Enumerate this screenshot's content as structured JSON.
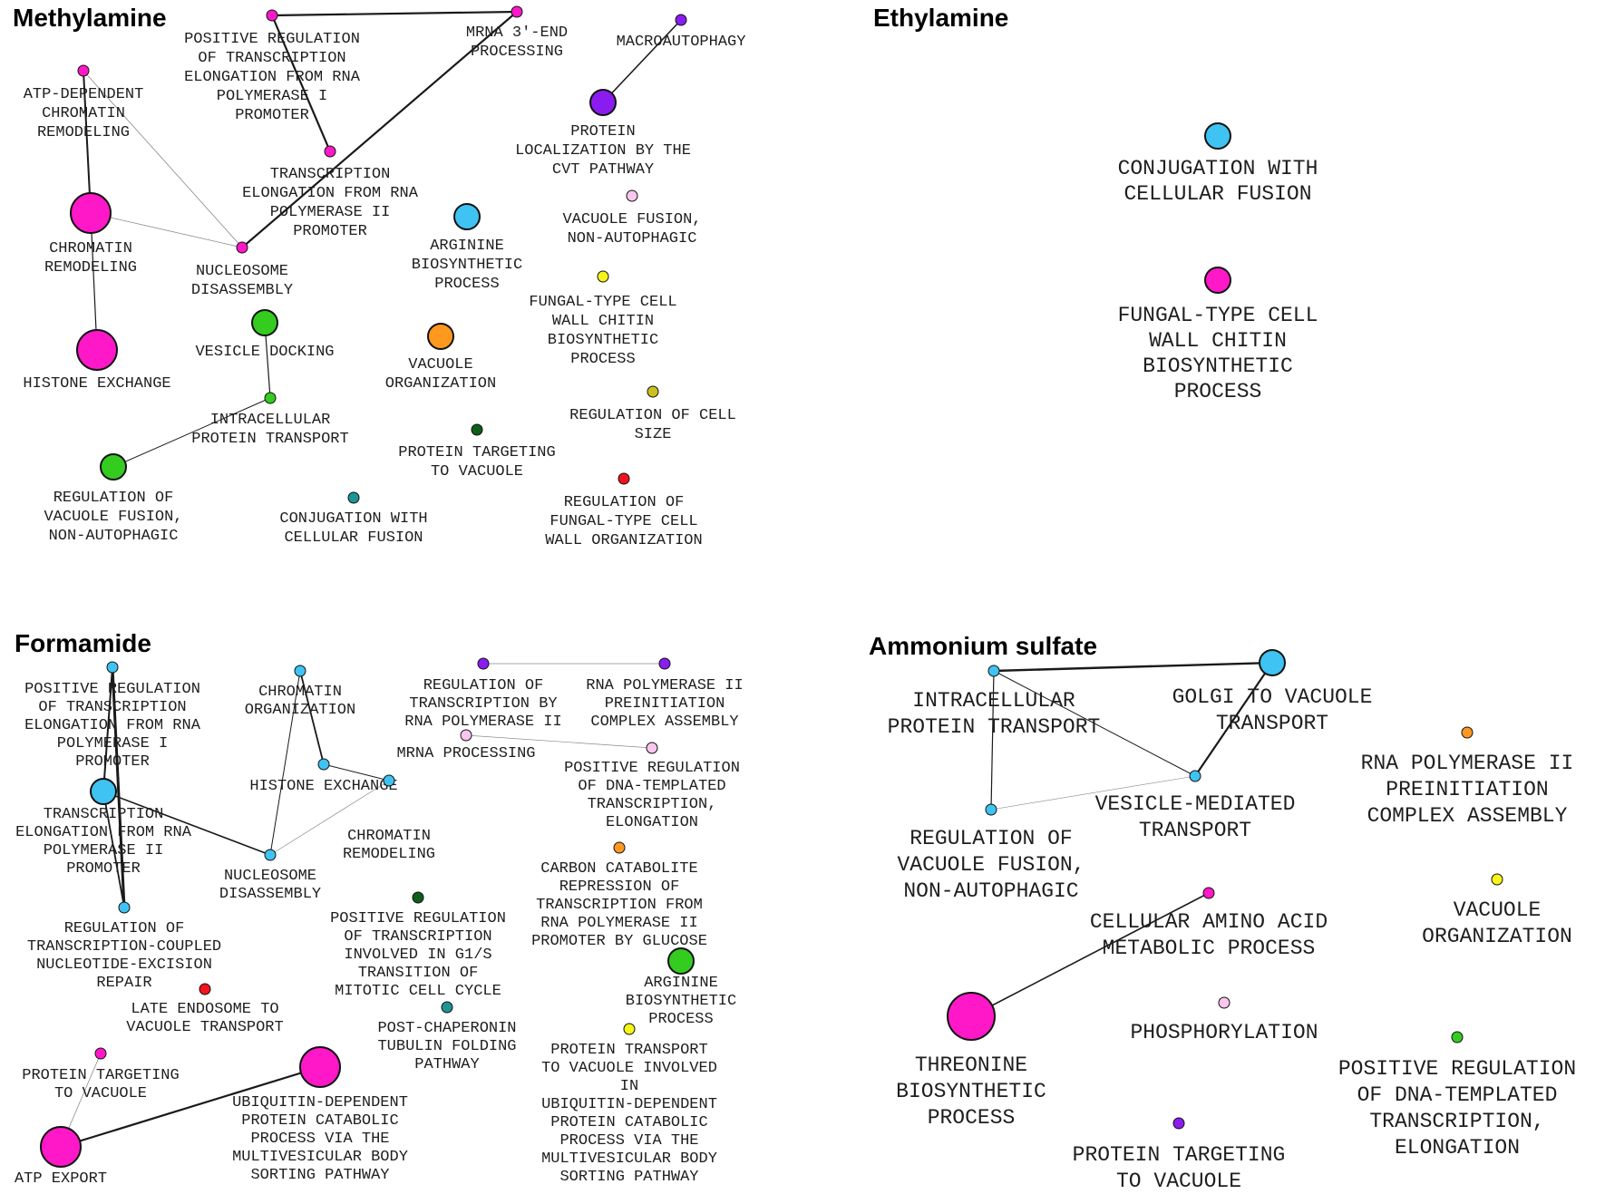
{
  "colors": {
    "magenta": "#ff18c8",
    "blue": "#3ec3f2",
    "green": "#33cc1f",
    "purple": "#8a1cf0",
    "orange": "#ff981f",
    "yellow": "#f6f518",
    "pink": "#f8c6ee",
    "olive": "#c9c21e",
    "darkgreen": "#0e5e1a",
    "teal": "#1e9494",
    "red": "#f2141e"
  },
  "panels": [
    {
      "id": "methylamine",
      "title": "Methylamine",
      "nodes": [
        {
          "id": "m_ppi1",
          "label": [
            "POSITIVE REGULATION",
            "OF TRANSCRIPTION",
            "ELONGATION FROM RNA",
            "POLYMERASE I",
            "PROMOTER"
          ],
          "color": "magenta",
          "size": 1
        },
        {
          "id": "m_mrna",
          "label": [
            "MRNA 3'-END",
            "PROCESSING"
          ],
          "color": "magenta",
          "size": 1
        },
        {
          "id": "m_macro",
          "label": [
            "MACROAUTOPHAGY"
          ],
          "color": "purple",
          "size": 1
        },
        {
          "id": "m_atp",
          "label": [
            "ATP-DEPENDENT",
            "CHROMATIN",
            "REMODELING"
          ],
          "color": "magenta",
          "size": 1
        },
        {
          "id": "m_prot_cvt",
          "label": [
            "PROTEIN",
            "LOCALIZATION BY THE",
            "CVT PATHWAY"
          ],
          "color": "purple",
          "size": 2
        },
        {
          "id": "m_tepii",
          "label": [
            "TRANSCRIPTION",
            "ELONGATION FROM RNA",
            "POLYMERASE II",
            "PROMOTER"
          ],
          "color": "magenta",
          "size": 1
        },
        {
          "id": "m_vacfus",
          "label": [
            "VACUOLE FUSION,",
            "NON-AUTOPHAGIC"
          ],
          "color": "pink",
          "size": 1
        },
        {
          "id": "m_chrom",
          "label": [
            "CHROMATIN",
            "REMODELING"
          ],
          "color": "magenta",
          "size": 3
        },
        {
          "id": "m_arg",
          "label": [
            "ARGININE",
            "BIOSYNTHETIC",
            "PROCESS"
          ],
          "color": "blue",
          "size": 2
        },
        {
          "id": "m_nuc",
          "label": [
            "NUCLEOSOME",
            "DISASSEMBLY"
          ],
          "color": "magenta",
          "size": 1
        },
        {
          "id": "m_fungal",
          "label": [
            "FUNGAL-TYPE CELL",
            "WALL CHITIN",
            "BIOSYNTHETIC",
            "PROCESS"
          ],
          "color": "yellow",
          "size": 1
        },
        {
          "id": "m_vesdock",
          "label": [
            "VESICLE DOCKING"
          ],
          "color": "green",
          "size": 2
        },
        {
          "id": "m_vacorg",
          "label": [
            "VACUOLE",
            "ORGANIZATION"
          ],
          "color": "orange",
          "size": 2
        },
        {
          "id": "m_hist",
          "label": [
            "HISTONE EXCHANGE"
          ],
          "color": "magenta",
          "size": 3
        },
        {
          "id": "m_intra",
          "label": [
            "INTRACELLULAR",
            "PROTEIN TRANSPORT"
          ],
          "color": "green",
          "size": 1
        },
        {
          "id": "m_regcell",
          "label": [
            "REGULATION OF CELL",
            "SIZE"
          ],
          "color": "olive",
          "size": 1
        },
        {
          "id": "m_ptv",
          "label": [
            "PROTEIN TARGETING",
            "TO VACUOLE"
          ],
          "color": "darkgreen",
          "size": 1
        },
        {
          "id": "m_regvac",
          "label": [
            "REGULATION OF",
            "VACUOLE FUSION,",
            "NON-AUTOPHAGIC"
          ],
          "color": "green",
          "size": 2
        },
        {
          "id": "m_regfung",
          "label": [
            "REGULATION OF",
            "FUNGAL-TYPE CELL",
            "WALL ORGANIZATION"
          ],
          "color": "red",
          "size": 1
        },
        {
          "id": "m_conj",
          "label": [
            "CONJUGATION WITH",
            "CELLULAR FUSION"
          ],
          "color": "teal",
          "size": 1
        }
      ],
      "edges": [
        [
          "m_ppi1",
          "m_mrna"
        ],
        [
          "m_ppi1",
          "m_tepii"
        ],
        [
          "m_mrna",
          "m_nuc"
        ],
        [
          "m_macro",
          "m_prot_cvt"
        ],
        [
          "m_atp",
          "m_chrom"
        ],
        [
          "m_atp",
          "m_nuc"
        ],
        [
          "m_chrom",
          "m_nuc"
        ],
        [
          "m_chrom",
          "m_hist"
        ],
        [
          "m_vesdock",
          "m_intra"
        ],
        [
          "m_intra",
          "m_regvac"
        ]
      ]
    },
    {
      "id": "ethylamine",
      "title": "Ethylamine",
      "nodes": [
        {
          "id": "e_conj",
          "label": [
            "CONJUGATION WITH",
            "CELLULAR FUSION"
          ],
          "color": "blue",
          "size": 2
        },
        {
          "id": "e_fungal",
          "label": [
            "FUNGAL-TYPE CELL",
            "WALL CHITIN",
            "BIOSYNTHETIC",
            "PROCESS"
          ],
          "color": "magenta",
          "size": 2
        }
      ],
      "edges": []
    },
    {
      "id": "formamide",
      "title": "Formamide",
      "nodes": [
        {
          "id": "f_ppi1",
          "label": [
            "POSITIVE REGULATION",
            "OF TRANSCRIPTION",
            "ELONGATION FROM RNA",
            "POLYMERASE I",
            "PROMOTER"
          ],
          "color": "blue",
          "size": 1
        },
        {
          "id": "f_chromorg",
          "label": [
            "CHROMATIN",
            "ORGANIZATION"
          ],
          "color": "blue",
          "size": 1
        },
        {
          "id": "f_regtrans",
          "label": [
            "REGULATION OF",
            "TRANSCRIPTION BY",
            "RNA POLYMERASE II"
          ],
          "color": "purple",
          "size": 1
        },
        {
          "id": "f_pic",
          "label": [
            "RNA POLYMERASE II",
            "PREINITIATION",
            "COMPLEX ASSEMBLY"
          ],
          "color": "purple",
          "size": 1
        },
        {
          "id": "f_mrna",
          "label": [
            "MRNA PROCESSING"
          ],
          "color": "pink",
          "size": 1
        },
        {
          "id": "f_posdna",
          "label": [
            "POSITIVE REGULATION",
            "OF DNA-TEMPLATED",
            "TRANSCRIPTION,",
            "ELONGATION"
          ],
          "color": "pink",
          "size": 1
        },
        {
          "id": "f_hist",
          "label": [
            "HISTONE EXCHANGE"
          ],
          "color": "blue",
          "size": 1
        },
        {
          "id": "f_tepii",
          "label": [
            "TRANSCRIPTION",
            "ELONGATION FROM RNA",
            "POLYMERASE II",
            "PROMOTER"
          ],
          "color": "blue",
          "size": 2
        },
        {
          "id": "f_chromrem",
          "label": [
            "CHROMATIN",
            "REMODELING"
          ],
          "color": "blue",
          "size": 1
        },
        {
          "id": "f_nuc",
          "label": [
            "NUCLEOSOME",
            "DISASSEMBLY"
          ],
          "color": "blue",
          "size": 1
        },
        {
          "id": "f_carbon",
          "label": [
            "CARBON CATABOLITE",
            "REPRESSION OF",
            "TRANSCRIPTION FROM",
            "RNA POLYMERASE II",
            "PROMOTER BY GLUCOSE"
          ],
          "color": "orange",
          "size": 1
        },
        {
          "id": "f_g1s",
          "label": [
            "POSITIVE REGULATION",
            "OF TRANSCRIPTION",
            "INVOLVED IN G1/S",
            "TRANSITION OF",
            "MITOTIC CELL CYCLE"
          ],
          "color": "darkgreen",
          "size": 1
        },
        {
          "id": "f_ner",
          "label": [
            "REGULATION OF",
            "TRANSCRIPTION-COUPLED",
            "NUCLEOTIDE-EXCISION",
            "REPAIR"
          ],
          "color": "blue",
          "size": 1
        },
        {
          "id": "f_arg",
          "label": [
            "ARGININE",
            "BIOSYNTHETIC",
            "PROCESS"
          ],
          "color": "green",
          "size": 2
        },
        {
          "id": "f_late",
          "label": [
            "LATE ENDOSOME TO",
            "VACUOLE TRANSPORT"
          ],
          "color": "red",
          "size": 1
        },
        {
          "id": "f_tubulin",
          "label": [
            "POST-CHAPERONIN",
            "TUBULIN FOLDING",
            "PATHWAY"
          ],
          "color": "teal",
          "size": 1
        },
        {
          "id": "f_ptvubi",
          "label": [
            "PROTEIN TRANSPORT",
            "TO VACUOLE INVOLVED",
            "IN",
            "UBIQUITIN-DEPENDENT",
            "PROTEIN CATABOLIC",
            "PROCESS VIA THE",
            "MULTIVESICULAR BODY",
            "SORTING PATHWAY"
          ],
          "color": "yellow",
          "size": 1
        },
        {
          "id": "f_ptv",
          "label": [
            "PROTEIN TARGETING",
            "TO VACUOLE"
          ],
          "color": "magenta",
          "size": 1
        },
        {
          "id": "f_ubi",
          "label": [
            "UBIQUITIN-DEPENDENT",
            "PROTEIN CATABOLIC",
            "PROCESS VIA THE",
            "MULTIVESICULAR BODY",
            "SORTING PATHWAY"
          ],
          "color": "magenta",
          "size": 3
        },
        {
          "id": "f_atp",
          "label": [
            "ATP EXPORT"
          ],
          "color": "magenta",
          "size": 3
        }
      ],
      "edges": [
        [
          "f_ppi1",
          "f_tepii"
        ],
        [
          "f_ppi1",
          "f_ner"
        ],
        [
          "f_tepii",
          "f_ner"
        ],
        [
          "f_tepii",
          "f_nuc"
        ],
        [
          "f_chromorg",
          "f_hist"
        ],
        [
          "f_chromorg",
          "f_nuc"
        ],
        [
          "f_hist",
          "f_chromrem"
        ],
        [
          "f_nuc",
          "f_chromrem"
        ],
        [
          "f_regtrans",
          "f_pic"
        ],
        [
          "f_mrna",
          "f_posdna"
        ],
        [
          "f_ptv",
          "f_atp"
        ],
        [
          "f_atp",
          "f_ubi"
        ]
      ]
    },
    {
      "id": "ammonium",
      "title": "Ammonium sulfate",
      "nodes": [
        {
          "id": "a_intra",
          "label": [
            "INTRACELLULAR",
            "PROTEIN TRANSPORT"
          ],
          "color": "blue",
          "size": 1
        },
        {
          "id": "a_golgi",
          "label": [
            "GOLGI TO VACUOLE",
            "TRANSPORT"
          ],
          "color": "blue",
          "size": 2
        },
        {
          "id": "a_pic",
          "label": [
            "RNA POLYMERASE II",
            "PREINITIATION",
            "COMPLEX ASSEMBLY"
          ],
          "color": "orange",
          "size": 1
        },
        {
          "id": "a_vesmed",
          "label": [
            "VESICLE-MEDIATED",
            "TRANSPORT"
          ],
          "color": "blue",
          "size": 1
        },
        {
          "id": "a_regvac",
          "label": [
            "REGULATION OF",
            "VACUOLE FUSION,",
            "NON-AUTOPHAGIC"
          ],
          "color": "blue",
          "size": 1
        },
        {
          "id": "a_amino",
          "label": [
            "CELLULAR AMINO ACID",
            "METABOLIC PROCESS"
          ],
          "color": "magenta",
          "size": 1
        },
        {
          "id": "a_vacorg",
          "label": [
            "VACUOLE",
            "ORGANIZATION"
          ],
          "color": "yellow",
          "size": 1
        },
        {
          "id": "a_phos",
          "label": [
            "PHOSPHORYLATION"
          ],
          "color": "pink",
          "size": 1
        },
        {
          "id": "a_thr",
          "label": [
            "THREONINE",
            "BIOSYNTHETIC",
            "PROCESS"
          ],
          "color": "magenta",
          "size": 4
        },
        {
          "id": "a_posdna",
          "label": [
            "POSITIVE REGULATION",
            "OF DNA-TEMPLATED",
            "TRANSCRIPTION,",
            "ELONGATION"
          ],
          "color": "green",
          "size": 1
        },
        {
          "id": "a_ptv",
          "label": [
            "PROTEIN TARGETING",
            "TO VACUOLE"
          ],
          "color": "purple",
          "size": 1
        }
      ],
      "edges": [
        [
          "a_intra",
          "a_golgi"
        ],
        [
          "a_intra",
          "a_vesmed"
        ],
        [
          "a_intra",
          "a_regvac"
        ],
        [
          "a_golgi",
          "a_vesmed"
        ],
        [
          "a_regvac",
          "a_vesmed"
        ],
        [
          "a_amino",
          "a_thr"
        ]
      ]
    }
  ]
}
